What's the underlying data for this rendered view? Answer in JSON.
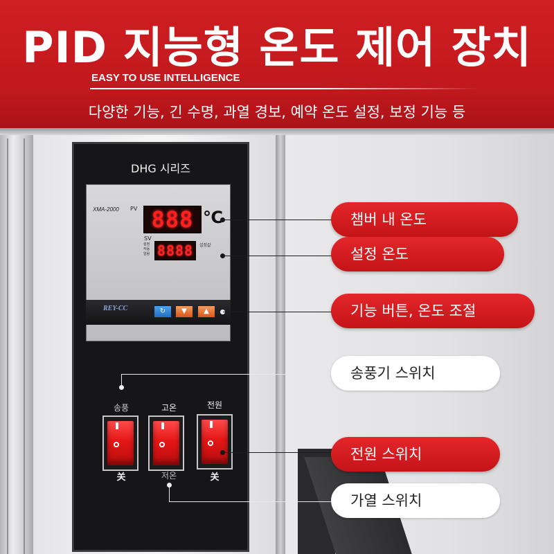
{
  "header": {
    "title": "PID 지능형 온도 제어 장치",
    "subtitle_en": "EASY TO USE INTELLIGENCE",
    "subtitle_kr": "다양한 기능, 긴 수명, 과열 경보, 예약 온도 설정, 보정 기능 등"
  },
  "panel": {
    "series": "DHG 시리즈",
    "controller": {
      "model": "XMA-2000",
      "pv_label": "PV",
      "pv_value": "888",
      "unit": "℃",
      "sv_label": "SV",
      "sv_value": "8888",
      "mini_labels": [
        "설정",
        "작동",
        "알람"
      ],
      "sv_tag": "설정값",
      "brand": "REY-CC",
      "buttons": [
        "↻",
        "▼",
        "▲"
      ]
    },
    "switches": [
      {
        "label": "송풍",
        "bottom": "关"
      },
      {
        "label": "고온",
        "bottom": "저온"
      },
      {
        "label": "전원",
        "bottom": "关"
      }
    ]
  },
  "callouts": [
    {
      "text": "챔버 내 온도",
      "style": "red"
    },
    {
      "text": "설정 온도",
      "style": "red"
    },
    {
      "text": "기능 버튼, 온도 조절",
      "style": "red"
    },
    {
      "text": "송풍기 스위치",
      "style": "white"
    },
    {
      "text": "전원 스위치",
      "style": "red"
    },
    {
      "text": "가열 스위치",
      "style": "white"
    }
  ],
  "colors": {
    "brand_red": "#c41418",
    "display_red": "#ff1f1f",
    "panel_black": "#161618"
  }
}
